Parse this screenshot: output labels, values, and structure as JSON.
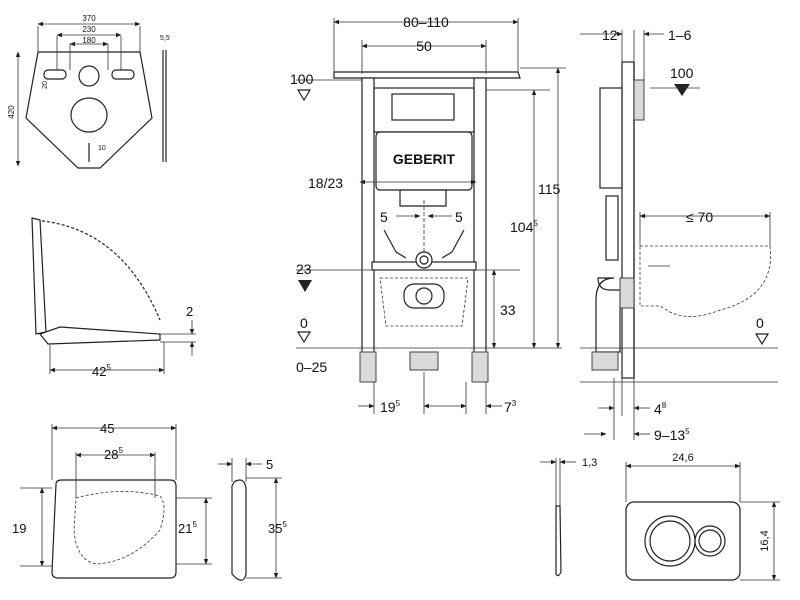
{
  "brand": "GEBERIT",
  "colors": {
    "ink": "#222222",
    "paper": "#ffffff",
    "shade": "#d9d9d9"
  },
  "mat": {
    "w370": "370",
    "w230": "230",
    "w180": "180",
    "d5_5": "5,5",
    "h420": "420",
    "d20": "20",
    "d10": "10"
  },
  "lid": {
    "d2": "2",
    "d42": "42",
    "d42sup": "5"
  },
  "seat": {
    "d45": "45",
    "d28": "28",
    "d28sup": "5",
    "d19": "19",
    "d21": "21",
    "d21sup": "5"
  },
  "side_seat": {
    "d5": "5",
    "d35": "35",
    "d35sup": "5"
  },
  "frame": {
    "w80_110": "80–110",
    "w50": "50",
    "lvl100": "100",
    "d18_23": "18/23",
    "d5a": "5",
    "d5b": "5",
    "lvl23": "23",
    "h33": "33",
    "h104": "104",
    "h104sup": "5",
    "h115": "115",
    "lvl0": "0",
    "r0_25": "0–25",
    "d19": "19",
    "d19sup": "5",
    "d7": "7",
    "d7sup": "3"
  },
  "side": {
    "d12": "12",
    "d1_6": "1–6",
    "lvl100": "100",
    "le70": "≤ 70",
    "lvl0": "0",
    "d4": "4",
    "d4sup": "8",
    "d9_13": "9–13",
    "d9_13sup": "5"
  },
  "plate": {
    "d1_3": "1,3",
    "w24_6": "24,6",
    "h16_4": "16,4"
  }
}
